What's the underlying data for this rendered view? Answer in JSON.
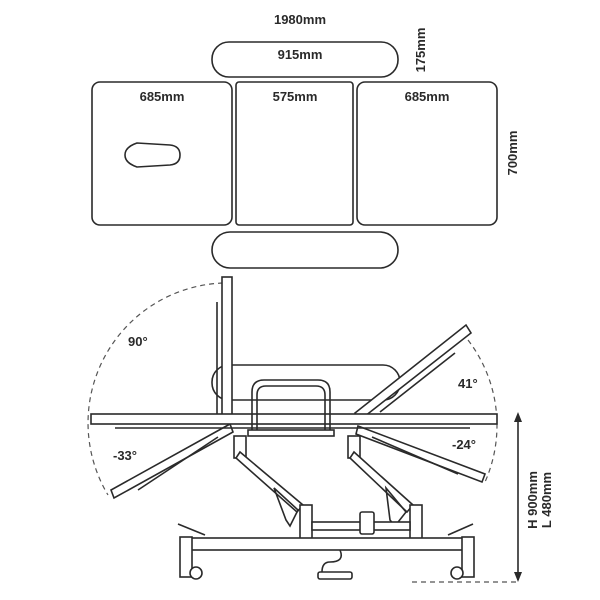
{
  "top_view": {
    "overall_length": "1980mm",
    "armrest_length": "915mm",
    "armrest_width": "175mm",
    "head_section": "685mm",
    "middle_section": "575mm",
    "foot_section": "685mm",
    "table_width": "700mm"
  },
  "side_view": {
    "back_angle_up": "90°",
    "back_angle_down": "-33°",
    "foot_angle_up": "41°",
    "foot_angle_down": "-24°",
    "height_max": "H 900mm",
    "height_min": "L 480mm"
  }
}
